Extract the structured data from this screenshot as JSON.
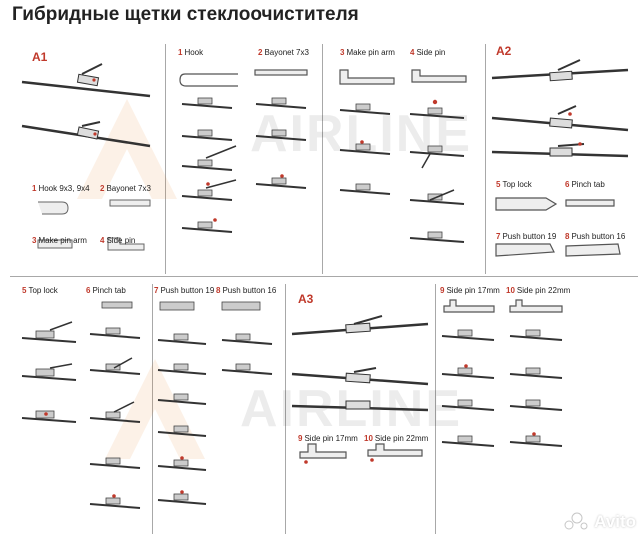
{
  "title": "Гибридные щетки стеклоочистителя",
  "watermark": "AIRLINE",
  "stamp": "Avito",
  "panels": {
    "a1": {
      "title": "A1",
      "labels": [
        {
          "n": "1",
          "t": "Hook 9x3, 9x4"
        },
        {
          "n": "2",
          "t": "Bayonet 7x3"
        },
        {
          "n": "3",
          "t": "Make pin arm"
        },
        {
          "n": "4",
          "t": "Side pin"
        }
      ]
    },
    "hook": {
      "labels": [
        {
          "n": "1",
          "t": "Hook"
        },
        {
          "n": "2",
          "t": "Bayonet 7x3"
        }
      ]
    },
    "pin": {
      "labels": [
        {
          "n": "3",
          "t": "Make pin arm"
        },
        {
          "n": "4",
          "t": "Side pin"
        }
      ]
    },
    "a2": {
      "title": "A2",
      "labels": [
        {
          "n": "5",
          "t": "Top lock"
        },
        {
          "n": "6",
          "t": "Pinch tab"
        },
        {
          "n": "7",
          "t": "Push button 19"
        },
        {
          "n": "8",
          "t": "Push button 16"
        }
      ]
    },
    "toplock": {
      "labels": [
        {
          "n": "5",
          "t": "Top lock"
        },
        {
          "n": "6",
          "t": "Pinch tab"
        }
      ]
    },
    "push": {
      "labels": [
        {
          "n": "7",
          "t": "Push button 19"
        },
        {
          "n": "8",
          "t": "Push button 16"
        }
      ]
    },
    "a3": {
      "title": "A3",
      "labels": [
        {
          "n": "9",
          "t": "Side pin 17mm"
        },
        {
          "n": "10",
          "t": "Side pin 22mm"
        }
      ]
    },
    "sidepin": {
      "labels": [
        {
          "n": "9",
          "t": "Side pin 17mm"
        },
        {
          "n": "10",
          "t": "Side pin 22mm"
        }
      ]
    }
  },
  "colors": {
    "accent": "#c0392b",
    "line": "#a8a8a8",
    "ink": "#333333"
  }
}
